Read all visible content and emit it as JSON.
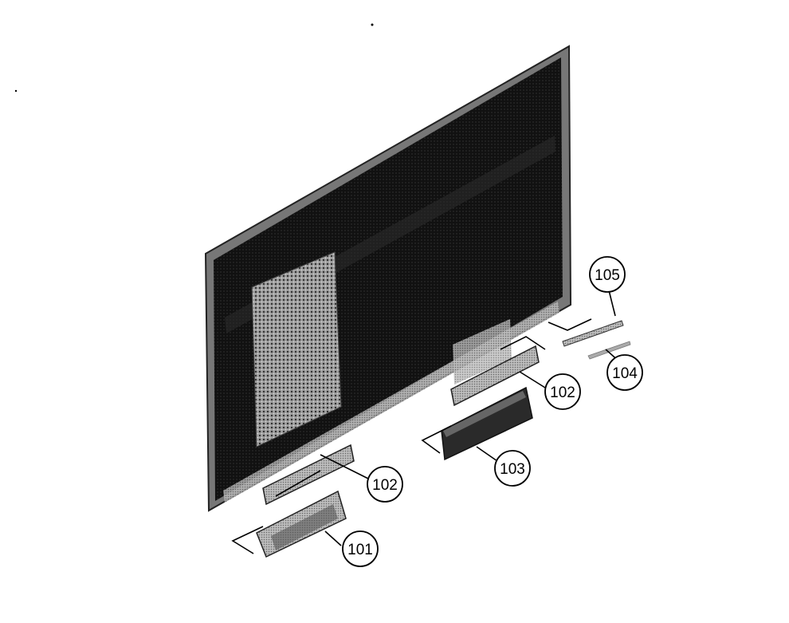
{
  "diagram": {
    "parts": [
      {
        "id": "panel",
        "name": "display panel assembly"
      },
      {
        "id": "p101",
        "label": "101"
      },
      {
        "id": "p102a",
        "label": "102"
      },
      {
        "id": "p102b",
        "label": "102"
      },
      {
        "id": "p103",
        "label": "103"
      },
      {
        "id": "p104",
        "label": "104"
      },
      {
        "id": "p105",
        "label": "105"
      }
    ]
  }
}
